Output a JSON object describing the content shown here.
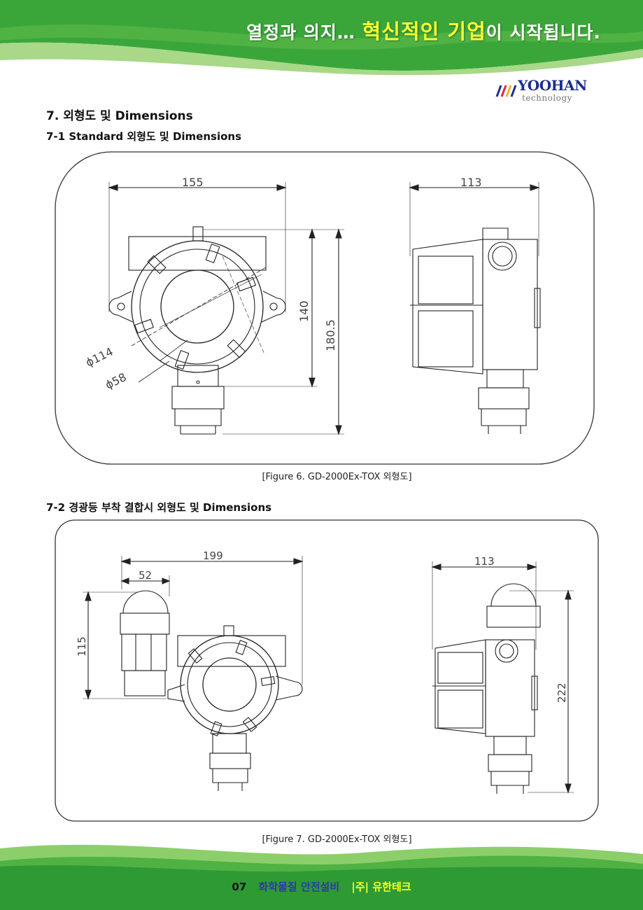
{
  "header": {
    "slogan_pre": "열정과 의지… ",
    "slogan_highlight": "혁신적인 기업",
    "slogan_post": "이 시작됩니다.",
    "colors": {
      "green": "#3aa63a",
      "light_green": "#a8d888",
      "highlight": "#ffff33"
    }
  },
  "logo": {
    "name": "YOOHAN",
    "sub": "technology",
    "icon": "stripes-logo-icon"
  },
  "section": {
    "title": "7. 외형도 및 Dimensions",
    "sub1": "7-1 Standard 외형도 및 Dimensions",
    "sub2": "7-2 경광등 부착 결합시 외형도 및 Dimensions"
  },
  "figure1": {
    "caption": "[Figure 6. GD-2000Ex-TOX 외형도]",
    "dims": {
      "width": "155",
      "depth": "113",
      "h1": "140",
      "h2": "180.5",
      "d1": "ϕ114",
      "d2": "ϕ58"
    }
  },
  "figure2": {
    "caption": "[Figure 7. GD-2000Ex-TOX 외형도]",
    "dims": {
      "width": "199",
      "lamp": "52",
      "depth": "113",
      "lamp_h": "115",
      "height": "222"
    }
  },
  "footer": {
    "page": "07",
    "company": "화학물질 안전설비",
    "brand": "|주| 유한테크"
  }
}
